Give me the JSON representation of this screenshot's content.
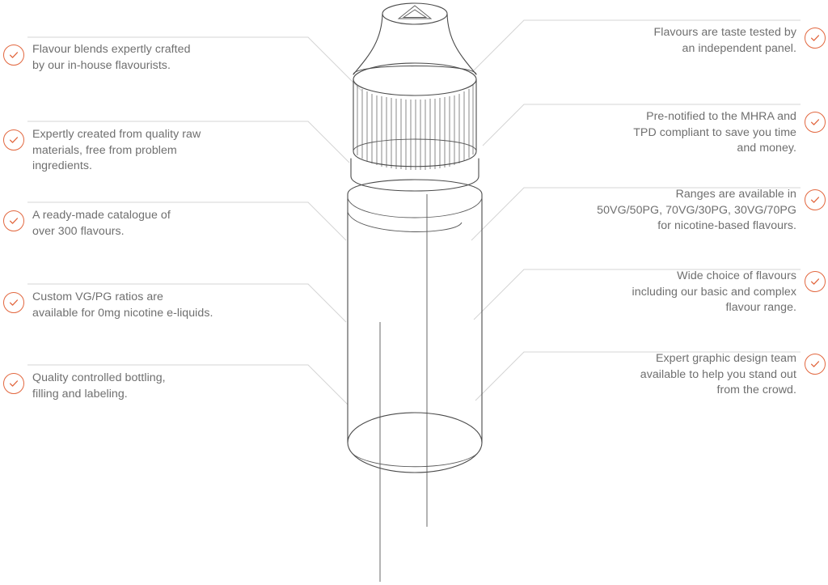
{
  "page": {
    "title": "E-liquid bottle feature callouts",
    "background_color": "#ffffff",
    "accent_color": "#e2673f",
    "text_color": "#6f6f6f",
    "line_color": "#d6d6d6",
    "illustration_stroke_color": "#4a4a4a"
  },
  "illustration": {
    "name": "e-liquid-dropper-bottle",
    "cap_marking": "triangle"
  },
  "callouts": {
    "left": [
      {
        "icon": "check-circle-icon",
        "text": "Flavour blends expertly crafted\nby our in-house flavourists."
      },
      {
        "icon": "check-circle-icon",
        "text": "Expertly created from quality raw\nmaterials, free from problem\ningredients."
      },
      {
        "icon": "check-circle-icon",
        "text": "A ready-made catalogue of\nover 300 flavours."
      },
      {
        "icon": "check-circle-icon",
        "text": "Custom VG/PG ratios are\navailable for 0mg nicotine e-liquids."
      },
      {
        "icon": "check-circle-icon",
        "text": "Quality controlled bottling,\nfilling and labeling."
      }
    ],
    "right": [
      {
        "icon": "check-circle-icon",
        "text": "Flavours are taste tested by\nan independent panel."
      },
      {
        "icon": "check-circle-icon",
        "text": "Pre-notified to the MHRA and\nTPD compliant to save you time\nand money."
      },
      {
        "icon": "check-circle-icon",
        "text": "Ranges are available in\n50VG/50PG, 70VG/30PG, 30VG/70PG\nfor nicotine-based flavours."
      },
      {
        "icon": "check-circle-icon",
        "text": "Wide choice of flavours\nincluding our basic and complex\nflavour range."
      },
      {
        "icon": "check-circle-icon",
        "text": "Expert graphic design team\navailable to help you stand out\nfrom the crowd."
      }
    ]
  }
}
